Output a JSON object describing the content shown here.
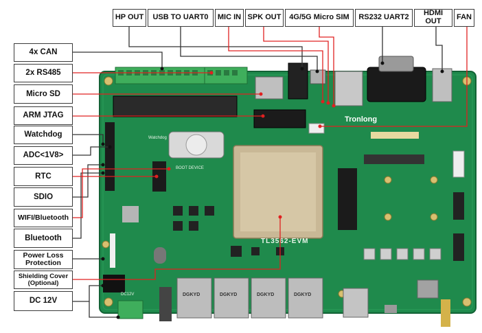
{
  "top_labels": [
    "HP OUT",
    "USB TO UART0",
    "MIC IN",
    "SPK OUT",
    "4G/5G Micro SIM",
    "RS232 UART2",
    "HDMI OUT",
    "FAN"
  ],
  "left_labels": [
    "4x CAN",
    "2x RS485",
    "Micro SD",
    "ARM JTAG",
    "Watchdog",
    "ADC<1V8>",
    "RTC",
    "SDIO",
    "WIFI/Bluetooth",
    "Bluetooth",
    "Power Loss Protection",
    "Shielding Cover (Optional)",
    "DC 12V"
  ],
  "board": {
    "brand": "Tronlong",
    "som_label": "TL3562-EVM",
    "watchdog_silk": "Watchdog",
    "boot_silk": "BOOT DEVICE",
    "dc_silk": "DC12V",
    "ethernet_jacks": [
      "DGKYD",
      "DGKYD",
      "DGKYD",
      "DGKYD"
    ]
  },
  "colors": {
    "leader_red": "#e02020",
    "leader_dark": "#333333",
    "pcb_green": "#1f8a4c",
    "pcb_dark": "#176b3a",
    "som_beige": "#c9b896"
  }
}
